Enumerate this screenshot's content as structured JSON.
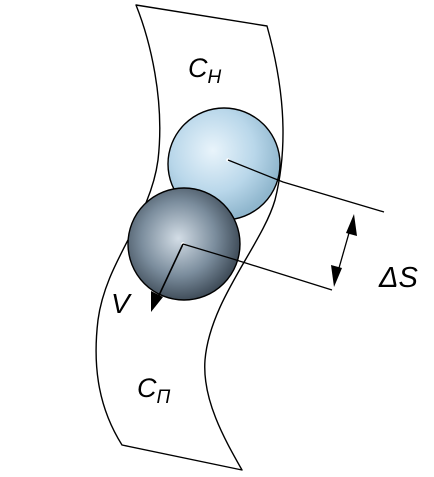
{
  "diagram": {
    "labels": {
      "region_upper_main": "C",
      "region_upper_sub": "H",
      "region_lower_main": "C",
      "region_lower_sub": "П",
      "velocity": "V",
      "displacement": "ΔS"
    },
    "colors": {
      "stroke": "#000000",
      "upper_sphere_light": "#e9f4fb",
      "upper_sphere_mid": "#b9d7ea",
      "upper_sphere_dark": "#8fb6cd",
      "lower_sphere_light": "#d3dde6",
      "lower_sphere_mid": "#7b8d9d",
      "lower_sphere_dark": "#34404c"
    }
  }
}
